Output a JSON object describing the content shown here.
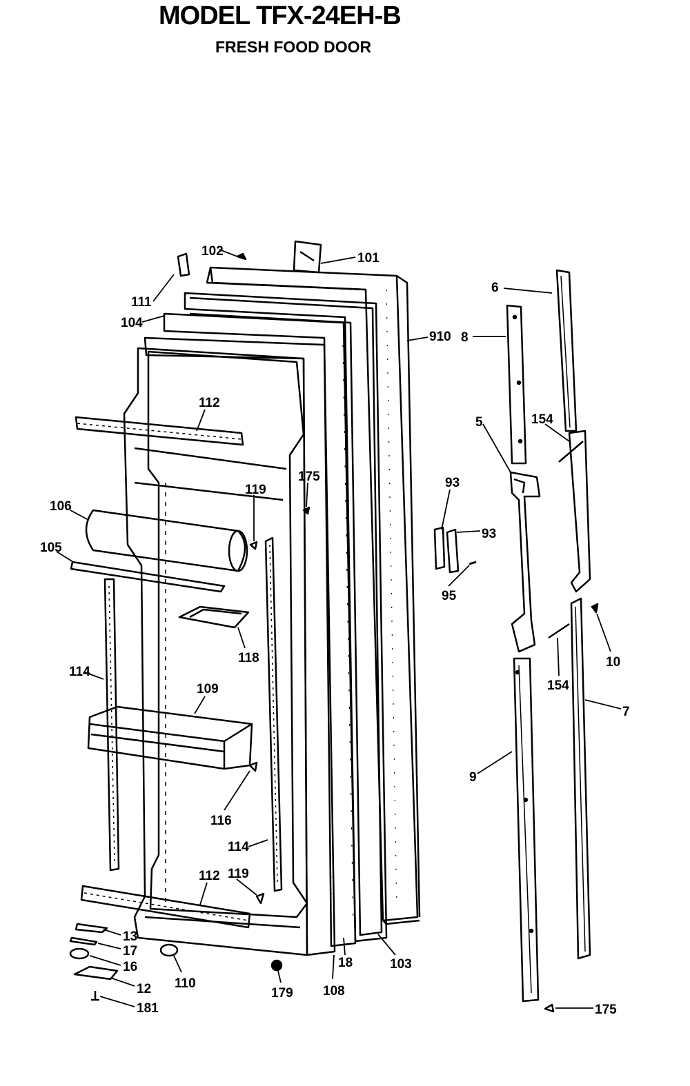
{
  "header": {
    "title": "MODEL TFX-24EH-B",
    "subtitle": "FRESH FOOD DOOR"
  },
  "callouts": {
    "c102": "102",
    "c101": "101",
    "c111": "111",
    "c104": "104",
    "c910": "910",
    "c112a": "112",
    "c175a": "175",
    "c119a": "119",
    "c106": "106",
    "c105": "105",
    "c118": "118",
    "c114a": "114",
    "c109": "109",
    "c116": "116",
    "c114b": "114",
    "c112b": "112",
    "c119b": "119",
    "c13": "13",
    "c17": "17",
    "c16": "16",
    "c12": "12",
    "c181": "181",
    "c110": "110",
    "c179": "179",
    "c108": "108",
    "c18": "18",
    "c103": "103",
    "c6a": "6",
    "c8": "8",
    "c5": "5",
    "c154a": "154",
    "c93a": "93",
    "c93b": "93",
    "c95": "95",
    "c10": "10",
    "c154b": "154",
    "c7": "7",
    "c9": "9",
    "c175b": "175"
  }
}
